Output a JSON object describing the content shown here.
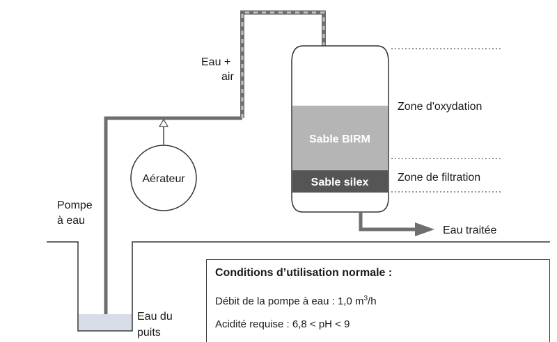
{
  "labels": {
    "eau_air_1": "Eau +",
    "eau_air_2": "air",
    "aerateur": "Aérateur",
    "pompe_1": "Pompe",
    "pompe_2": "à eau",
    "puits_1": "Eau du",
    "puits_2": "puits",
    "sable_birm": "Sable BIRM",
    "sable_silex": "Sable silex",
    "zone_oxydation": "Zone d'oxydation",
    "zone_filtration": "Zone de filtration",
    "eau_traitee": "Eau traitée"
  },
  "conditions": {
    "title": "Conditions d’utilisation normale :",
    "debit_prefix": "Débit de la pompe à eau : 1,0 m",
    "debit_exp": "3",
    "debit_suffix": "/h",
    "acidite": "Acidité requise : 6,8 < pH < 9"
  },
  "colors": {
    "pipe": "#6e6e6e",
    "pipe_air_dash": "#b8b8b8",
    "birm": "#b5b5b5",
    "silex": "#555555",
    "well_water": "#d6dde6"
  }
}
